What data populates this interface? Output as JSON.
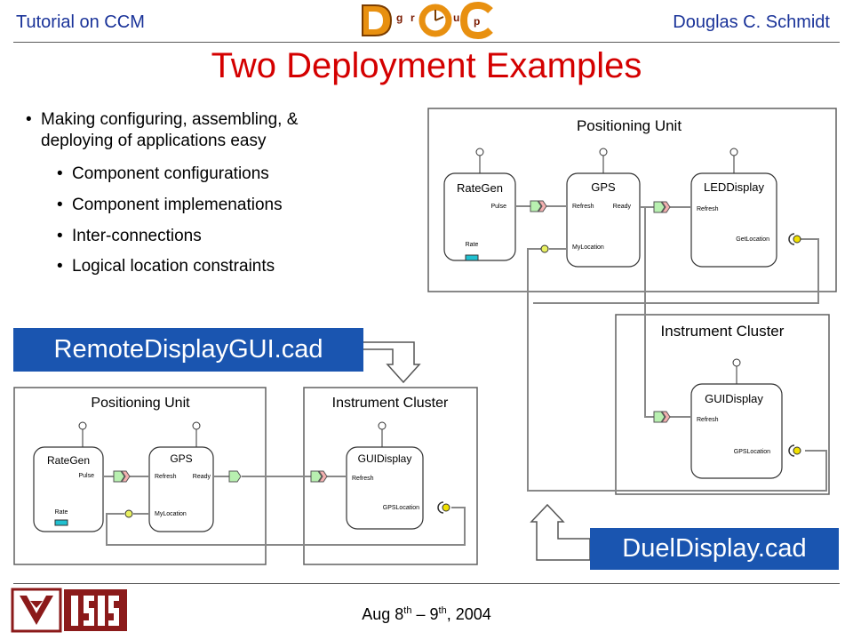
{
  "header": {
    "left": "Tutorial on CCM",
    "right": "Douglas C. Schmidt",
    "logo_word": "group"
  },
  "title": "Two Deployment Examples",
  "bullets": {
    "main": [
      "Making configuring, assembling, &",
      "deploying of applications easy"
    ],
    "sub": [
      "Component configurations",
      "Component implemenations",
      "Inter-connections",
      "Logical location constraints"
    ]
  },
  "remote_label": "RemoteDisplayGUI.cad",
  "duel_label": "DuelDisplay.cad",
  "top_diagram": {
    "positioning_unit": "Positioning Unit",
    "instrument_cluster": "Instrument Cluster",
    "rategen": {
      "name": "RateGen",
      "pulse": "Pulse",
      "rate": "Rate"
    },
    "gps": {
      "name": "GPS",
      "refresh": "Refresh",
      "ready": "Ready",
      "mylocation": "MyLocation"
    },
    "led": {
      "name": "LEDDisplay",
      "refresh": "Refresh",
      "getlocation": "GetLocation"
    },
    "gui": {
      "name": "GUIDisplay",
      "refresh": "Refresh",
      "gpslocation": "GPSLocation"
    }
  },
  "bottom_diagram": {
    "positioning_unit": "Positioning Unit",
    "instrument_cluster": "Instrument Cluster",
    "rategen": {
      "name": "RateGen",
      "pulse": "Pulse",
      "rate": "Rate"
    },
    "gps": {
      "name": "GPS",
      "refresh": "Refresh",
      "ready": "Ready",
      "mylocation": "MyLocation"
    },
    "gui": {
      "name": "GUIDisplay",
      "refresh": "Refresh",
      "gpslocation": "GPSLocation"
    }
  },
  "footer": {
    "date_prefix": "Aug 8",
    "sup1": "th",
    "mid": " – 9",
    "sup2": "th",
    "year": ", 2004"
  },
  "colors": {
    "title": "#d40000",
    "header_text": "#1a3399",
    "file_box": "#1a55b0",
    "facet_green": "#b8f0b0",
    "facet_pink": "#f4b0b0",
    "receptacle": "#f0e000",
    "attribute": "#20c0d0",
    "source_sink": "#e8f060",
    "logo_maroon": "#8b1a1a"
  },
  "icons": [
    "doc-group-logo",
    "vanderbilt-logo",
    "isis-logo"
  ]
}
